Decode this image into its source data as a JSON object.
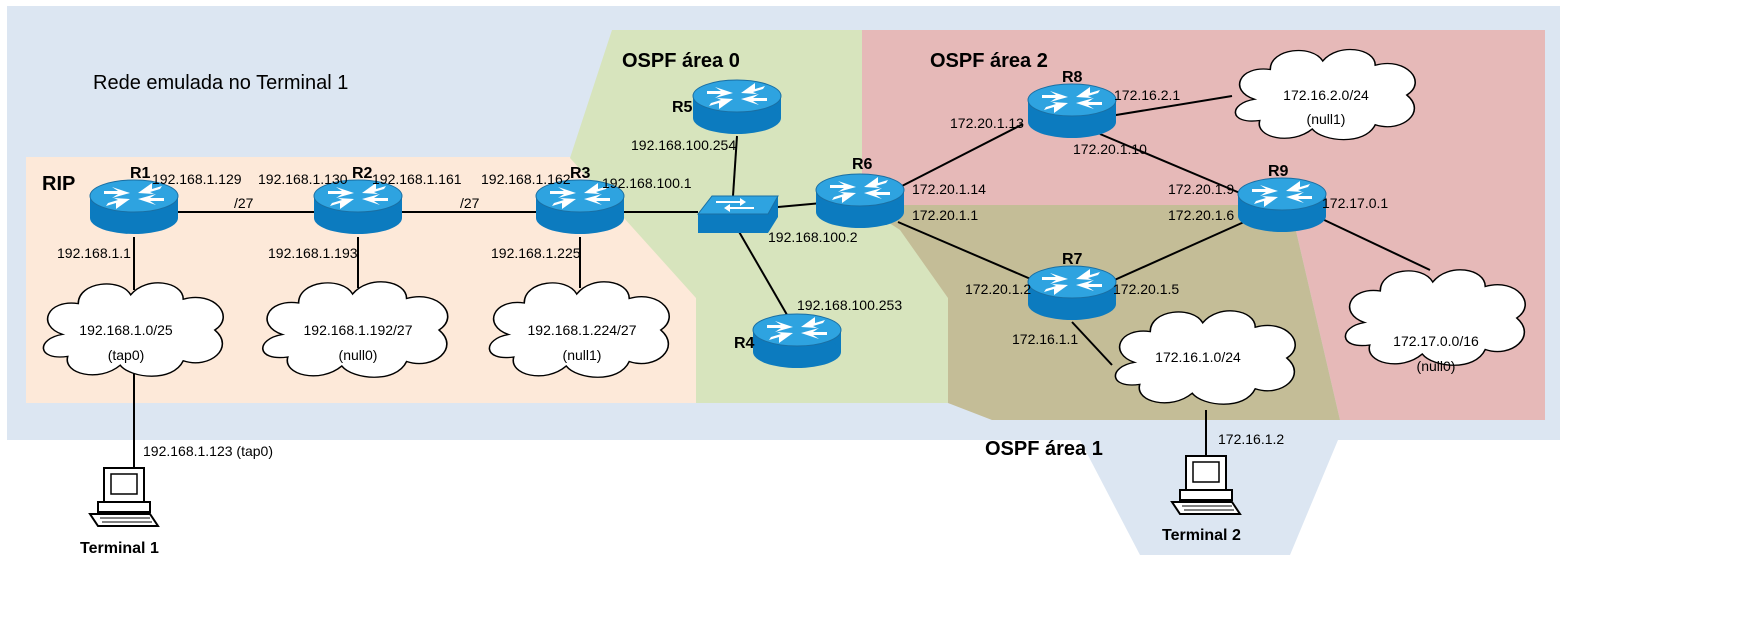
{
  "title": "Rede emulada no Terminal 1",
  "regions": {
    "rip": "RIP",
    "ospf0": "OSPF área 0",
    "ospf1": "OSPF área 1",
    "ospf2": "OSPF área 2"
  },
  "routers": {
    "r1": "R1",
    "r2": "R2",
    "r3": "R3",
    "r4": "R4",
    "r5": "R5",
    "r6": "R6",
    "r7": "R7",
    "r8": "R8",
    "r9": "R9"
  },
  "terminals": {
    "t1": "Terminal 1",
    "t2": "Terminal 2"
  },
  "clouds": {
    "c1": {
      "net": "192.168.1.0/25",
      "iface": "(tap0)"
    },
    "c2": {
      "net": "192.168.1.192/27",
      "iface": "(null0)"
    },
    "c3": {
      "net": "192.168.1.224/27",
      "iface": "(null1)"
    },
    "c4": {
      "net": "172.16.1.0/24"
    },
    "c5": {
      "net": "172.16.2.0/24",
      "iface": "(null1)"
    },
    "c6": {
      "net": "172.17.0.0/16",
      "iface": "(null0)"
    }
  },
  "addresses": {
    "r1_e": "192.168.1.129",
    "r1_s": "192.168.1.1",
    "r2_w": "192.168.1.130",
    "r2_e": "192.168.1.161",
    "r2_s": "192.168.1.193",
    "r3_w": "192.168.1.162",
    "r3_e": "192.168.100.1",
    "r3_s": "192.168.1.225",
    "mask1": "/27",
    "mask2": "/27",
    "r5": "192.168.100.254",
    "r6_w": "192.168.100.2",
    "r4": "192.168.100.253",
    "r6_ne": "172.20.1.14",
    "r6_se": "172.20.1.1",
    "r8_sw": "172.20.1.13",
    "r8_e": "172.16.2.1",
    "r8_se": "172.20.1.10",
    "r9_nw": "172.20.1.9",
    "r9_sw": "172.20.1.6",
    "r9_e": "172.17.0.1",
    "r7_w": "172.20.1.2",
    "r7_e": "172.20.1.5",
    "r7_s": "172.16.1.1",
    "t1": "192.168.1.123 (tap0)",
    "t2": "172.16.1.2"
  },
  "colors": {
    "background_region": "#dce6f2",
    "rip": "#fde9d9",
    "ospf0": "#d7e4bd",
    "ospf1": "#c4bd97",
    "ospf2": "#e6b9b8",
    "router_top": "#2ea3e0",
    "router_side": "#0c7bbf"
  }
}
